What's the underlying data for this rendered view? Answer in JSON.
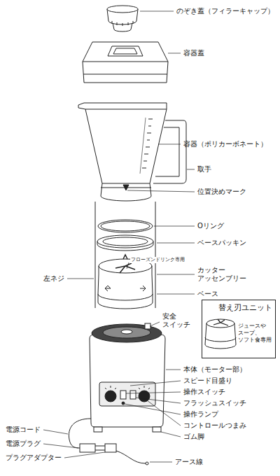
{
  "diagram": {
    "nodes": [
      {
        "text": [
          "替え刃ユニット",
          "ジュースや スープ、 ソフト食専用"
        ]
      }
    ],
    "labels": [
      "のぞき蓋（フィラーキャップ）",
      "容器蓋",
      "容器（ポリカーボネート）",
      "取手",
      "位置決めマーク",
      "Oリング",
      "ベースパッキン",
      "フローズンドリンク専用",
      "カッター アッセンブリー",
      "ベース",
      "左ネジ",
      "安全 スイッチ",
      "本体（モーター部）",
      "スピード目盛り",
      "操作スイッチ",
      "フラッシュスイッチ",
      "操作ランプ",
      "コントロールつまみ",
      "ゴム脚",
      "電源コード",
      "電源プラグ",
      "プラグアダプター",
      "アース線"
    ]
  }
}
